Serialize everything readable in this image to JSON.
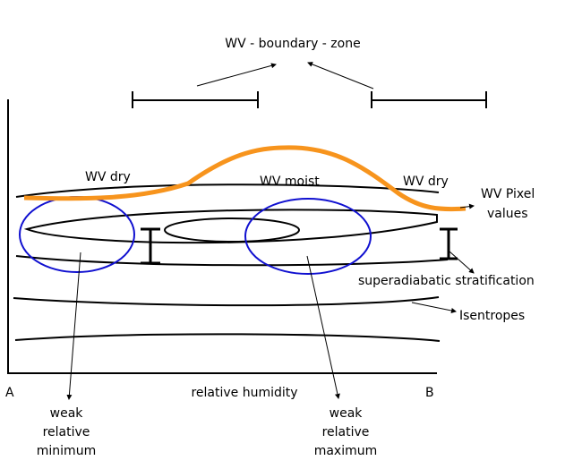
{
  "title": "WV - boundary - zone",
  "labels": {
    "wv_dry_left": "WV dry",
    "wv_moist": "WV moist",
    "wv_dry_right": "WV dry",
    "wv_pixel_values_line1": "WV Pixel",
    "wv_pixel_values_line2": "values",
    "superadiabatic": "superadiabatic stratification",
    "isentropes": "Isentropes",
    "axis_start": "A",
    "axis_end": "B",
    "x_axis_label": "relative humidity",
    "min_line1": "weak",
    "min_line2": "relative",
    "min_line3": "minimum",
    "max_line1": "weak",
    "max_line2": "relative",
    "max_line3": "maximum"
  },
  "colors": {
    "wv_pixel_curve": "#f7941d",
    "relative_extrema_circles": "#1010d0",
    "lines": "#000000"
  }
}
